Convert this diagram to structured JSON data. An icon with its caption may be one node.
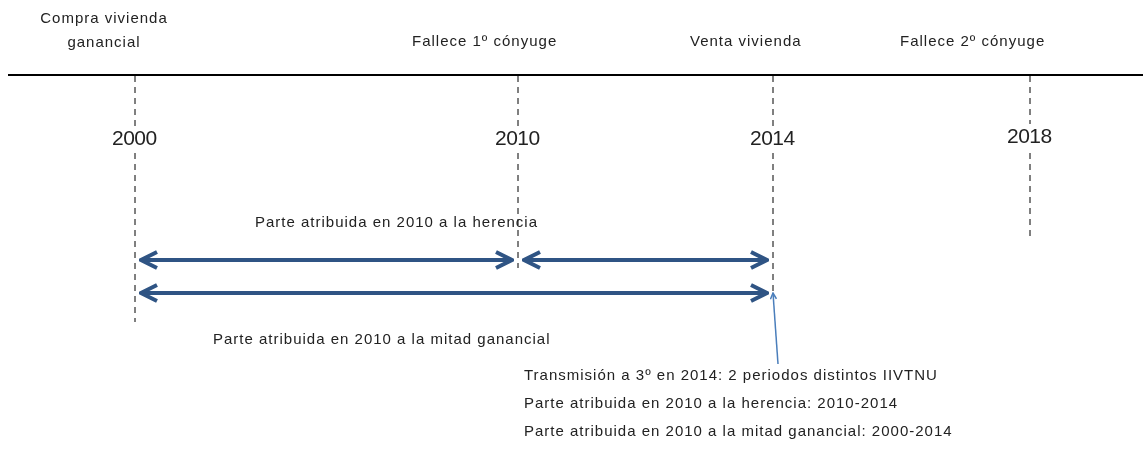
{
  "diagram": {
    "nodes": [
      {
        "text": [
          "2000"
        ]
      },
      {
        "text": [
          "2010"
        ]
      },
      {
        "text": [
          "2014"
        ]
      },
      {
        "text": [
          "2018"
        ]
      },
      {
        "text": [
          "Transmisión a 3º en 2014: 2 periodos distintos IIVTNU",
          "Parte atribuida en 2010 a la herencia: 2010-2014",
          "Parte atribuida en 2010 a la mitad ganancial: 2000-2014"
        ]
      }
    ],
    "edges": [
      {
        "from": 0,
        "to": 1,
        "arrow": "both"
      },
      {
        "from": 1,
        "to": 2,
        "arrow": "both"
      },
      {
        "from": 0,
        "to": 2,
        "arrow": "both"
      },
      {
        "from": 4,
        "to": 2,
        "arrow": "to",
        "color": "#4a7ebb"
      }
    ],
    "labels": [
      "Compra vivienda ganancial",
      "Fallece 1º cónyuge",
      "Venta vivienda",
      "Fallece 2º cónyuge",
      "Parte atribuida en 2010 a la herencia",
      "Parte atribuida en 2010 a la mitad ganancial"
    ]
  }
}
